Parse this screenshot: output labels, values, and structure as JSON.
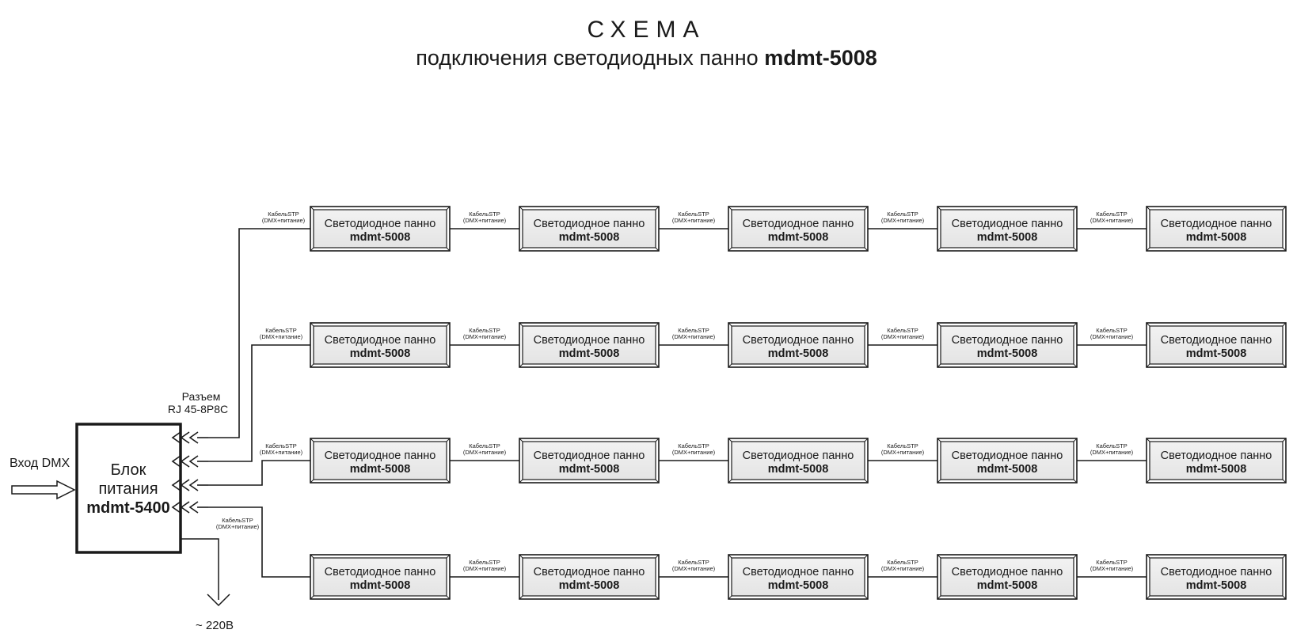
{
  "title": {
    "main": "СХЕМА",
    "sub_prefix": "подключения светодиодных панно ",
    "sub_model": "mdmt-5008"
  },
  "power_unit": {
    "line1": "Блок",
    "line2": "питания",
    "model": "mdmt-5400"
  },
  "dmx_input_label": "Вход DMX",
  "connector_label": {
    "line1": "Разъем",
    "line2": "RJ 45-8P8C"
  },
  "mains_label": "~ 220В",
  "cable_label": {
    "line1": "КабельSTP",
    "line2": "(DMX+питание)"
  },
  "panel": {
    "name": "Светодиодное панно",
    "model": "mdmt-5008"
  },
  "rows": [
    {
      "panels": 5
    },
    {
      "panels": 5
    },
    {
      "panels": 5
    },
    {
      "panels": 5
    }
  ]
}
